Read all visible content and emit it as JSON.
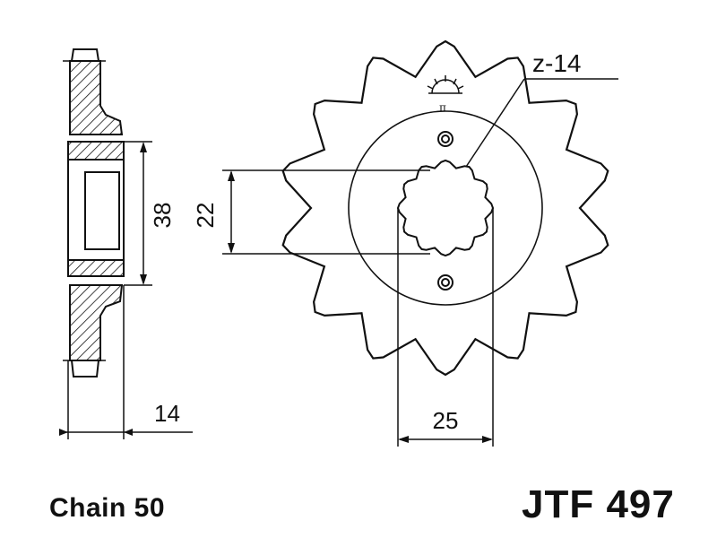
{
  "labels": {
    "chain": "Chain 50",
    "part_number": "JTF 497",
    "teeth": "z-14",
    "dim_hub_width": "14",
    "dim_hub_diameter": "38",
    "dim_inner_height": "22",
    "dim_spline_width": "25"
  },
  "colors": {
    "ink": "#111111",
    "background": "#ffffff"
  },
  "icons": {
    "sun_symbol": "sun-burst-icon",
    "pi_symbol": "π"
  }
}
